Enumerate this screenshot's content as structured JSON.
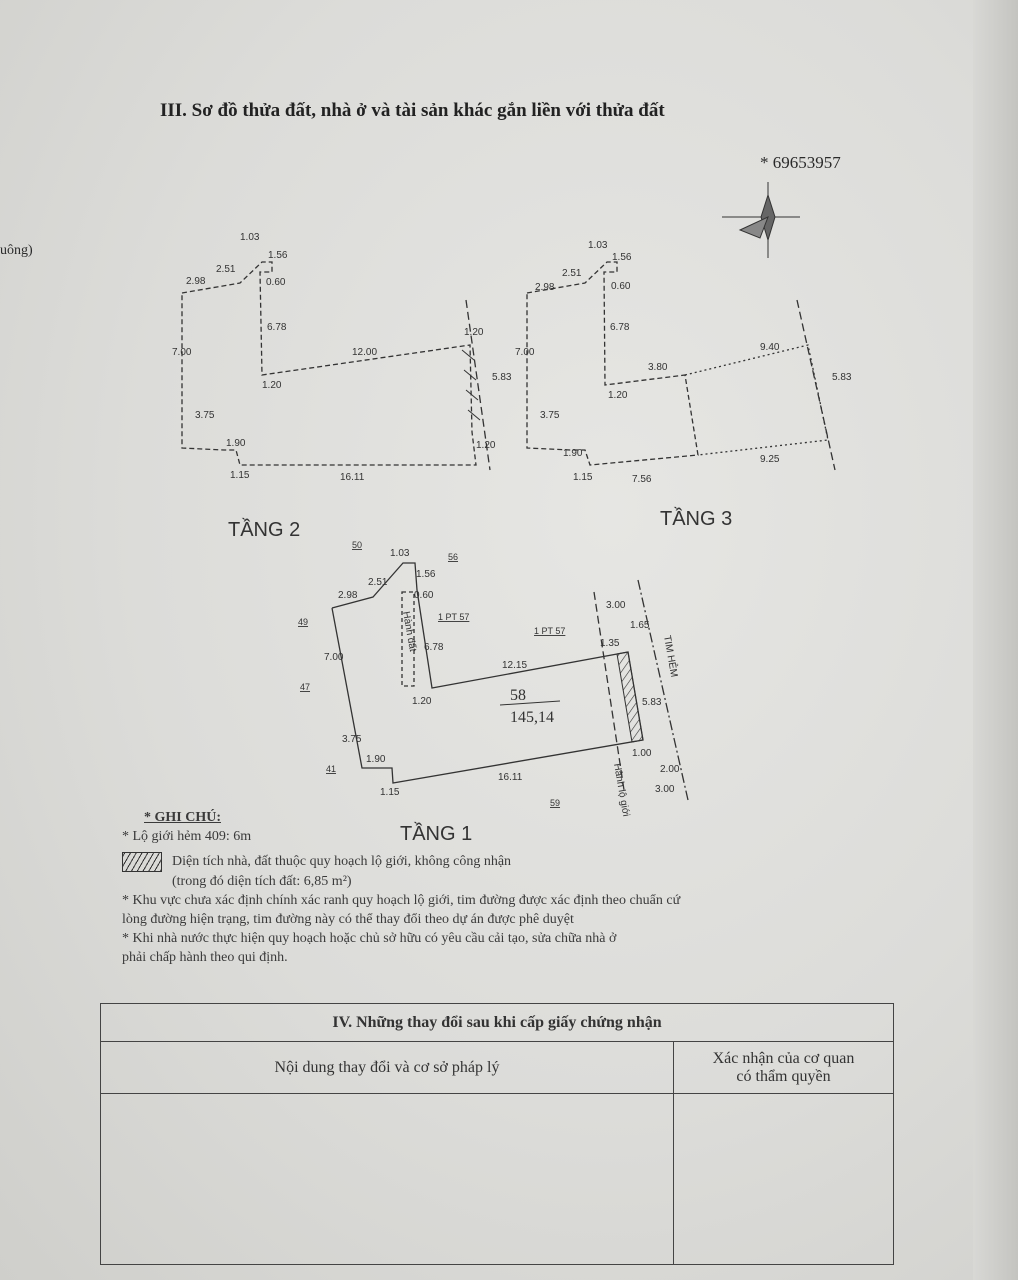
{
  "section_title": "III. Sơ đồ thửa đất, nhà ở và tài sản khác gắn liền với thửa đất",
  "serial": "* 69653957",
  "side_fragment": "uông)",
  "floors": {
    "floor2": {
      "label": "TẦNG 2",
      "dims": [
        "2.98",
        "2.51",
        "1.03",
        "1.56",
        "0.60",
        "6.78",
        "12.00",
        "1.20",
        "7.00",
        "3.75",
        "1.90",
        "1.15",
        "16.11",
        "5.83",
        "1.20",
        "1.20"
      ]
    },
    "floor3": {
      "label": "TẦNG 3",
      "dims": [
        "2.98",
        "2.51",
        "1.03",
        "1.56",
        "0.60",
        "6.78",
        "3.80",
        "9.40",
        "1.20",
        "7.00",
        "3.75",
        "1.90",
        "1.15",
        "7.56",
        "9.25",
        "5.83"
      ]
    },
    "floor1": {
      "label": "TẦNG 1",
      "dims": [
        "2.98",
        "2.51",
        "1.03",
        "1.56",
        "0.60",
        "6.78",
        "12.15",
        "1.20",
        "7.00",
        "3.75",
        "1.90",
        "1.15",
        "16.11",
        "5.83",
        "3.00",
        "1.65",
        "1.35",
        "1.00",
        "2.00",
        "3.00"
      ],
      "parcel_no": "58",
      "area": "145,14",
      "neighbors": [
        "50",
        "56",
        "49",
        "47",
        "41",
        "59"
      ],
      "texts": [
        "1 PT 57",
        "1 PT 57",
        "Hành đất",
        "TIM HẺM",
        "Hành lộ giới"
      ]
    }
  },
  "notes": {
    "heading": "* GHI CHÚ:",
    "items": [
      "* Lộ giới hẻm 409: 6m",
      "Diện tích nhà, đất thuộc quy hoạch lộ giới, không công nhận",
      "(trong đó diện tích đất: 6,85 m²)",
      "* Khu vực chưa xác định chính xác ranh quy hoạch lộ giới, tim đường được xác định theo chuẩn cứ",
      "lòng đường hiện trạng, tim đường này có thể thay đổi theo dự án được phê duyệt",
      "* Khi nhà nước thực hiện quy hoạch hoặc chủ sở hữu có yêu cầu cải tạo, sửa chữa nhà ở",
      "phải chấp hành theo qui định."
    ]
  },
  "changes_table": {
    "title": "IV. Những thay đổi sau khi cấp giấy chứng nhận",
    "col1": "Nội dung thay đổi và cơ sở pháp lý",
    "col2_line1": "Xác nhận của cơ quan",
    "col2_line2": "có thẩm quyền"
  }
}
